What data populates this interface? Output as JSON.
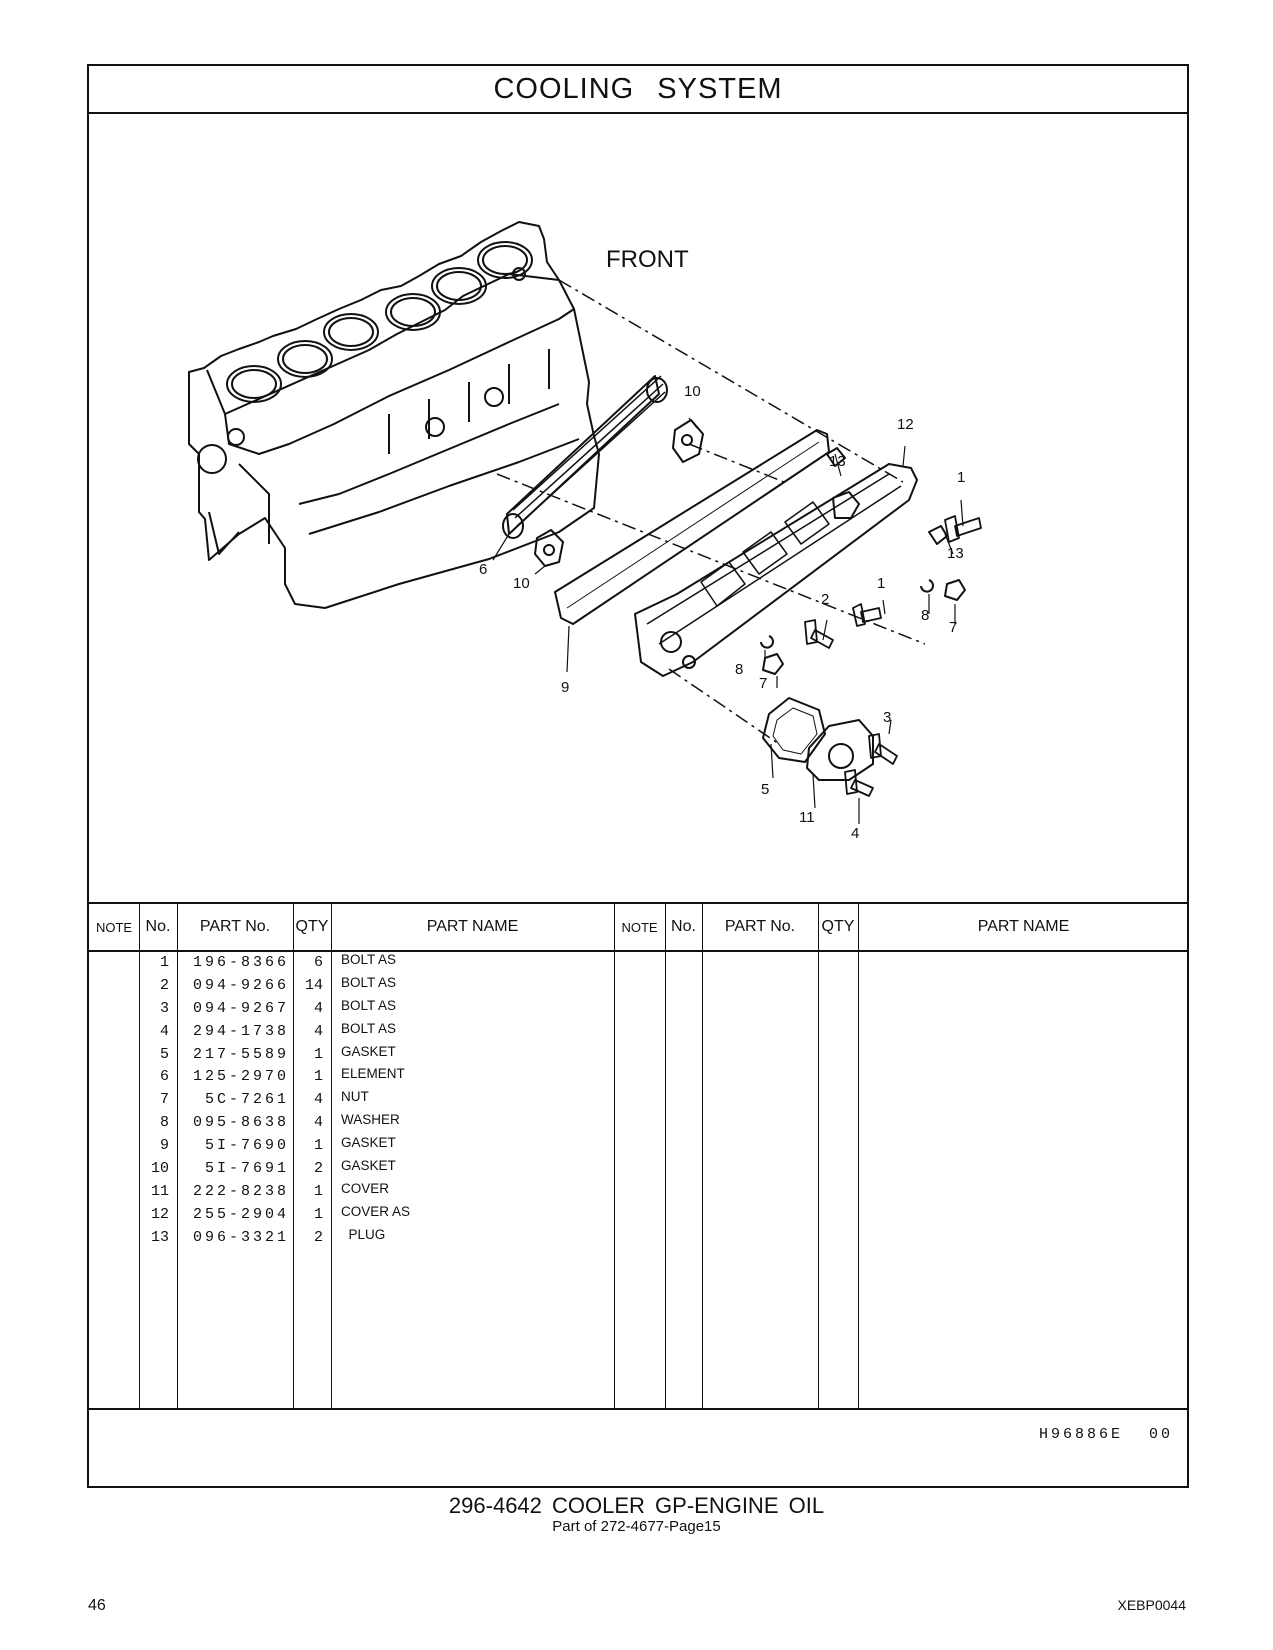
{
  "page_title": "COOLING SYSTEM",
  "diagram": {
    "front_label": "FRONT",
    "callouts": [
      "10",
      "12",
      "13",
      "1",
      "13",
      "6",
      "10",
      "1",
      "2",
      "8",
      "7",
      "9",
      "8",
      "7",
      "3",
      "5",
      "11",
      "4"
    ]
  },
  "table": {
    "headers": {
      "note": "NOTE",
      "no": "No.",
      "part_no": "PART No.",
      "qty": "QTY",
      "part_name": "PART NAME"
    },
    "rows": [
      {
        "no": "1",
        "part_no": "196-8366",
        "qty": "6",
        "name": "BOLT AS"
      },
      {
        "no": "2",
        "part_no": "094-9266",
        "qty": "14",
        "name": "BOLT AS"
      },
      {
        "no": "3",
        "part_no": "094-9267",
        "qty": "4",
        "name": "BOLT AS"
      },
      {
        "no": "4",
        "part_no": "294-1738",
        "qty": "4",
        "name": "BOLT AS"
      },
      {
        "no": "5",
        "part_no": "217-5589",
        "qty": "1",
        "name": "GASKET"
      },
      {
        "no": "6",
        "part_no": "125-2970",
        "qty": "1",
        "name": "ELEMENT"
      },
      {
        "no": "7",
        "part_no": "5C-7261",
        "qty": "4",
        "name": "NUT"
      },
      {
        "no": "8",
        "part_no": "095-8638",
        "qty": "4",
        "name": "WASHER"
      },
      {
        "no": "9",
        "part_no": "5I-7690",
        "qty": "1",
        "name": "GASKET"
      },
      {
        "no": "10",
        "part_no": "5I-7691",
        "qty": "2",
        "name": "GASKET"
      },
      {
        "no": "11",
        "part_no": "222-8238",
        "qty": "1",
        "name": "COVER"
      },
      {
        "no": "12",
        "part_no": "255-2904",
        "qty": "1",
        "name": "COVER AS"
      },
      {
        "no": "13",
        "part_no": "096-3321",
        "qty": "2",
        "name": "  PLUG"
      }
    ]
  },
  "doc_code": "H96886E 00",
  "caption": {
    "main": "296-4642 COOLER GP-ENGINE OIL",
    "sub": "Part of 272-4677-Page15"
  },
  "page_number": "46",
  "publication": "XEBP0044"
}
